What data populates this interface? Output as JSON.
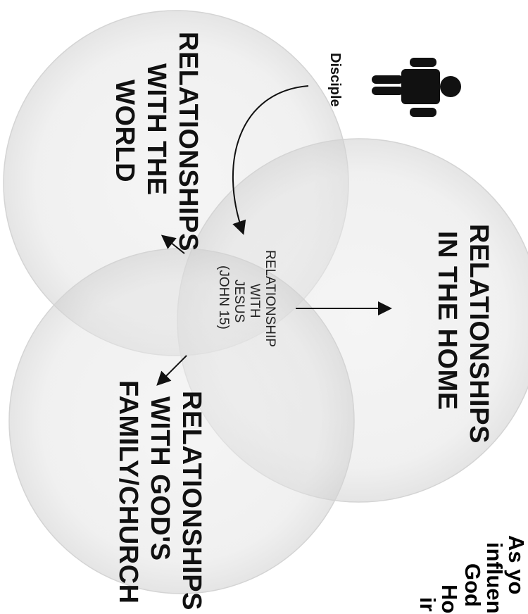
{
  "figure": {
    "disciple_label": "Disciple",
    "circles": {
      "world": {
        "lines": [
          "RELATIONSHIPS",
          "WITH THE",
          "WORLD"
        ]
      },
      "home": {
        "lines": [
          "RELATIONSHIPS",
          "IN THE HOME"
        ]
      },
      "church": {
        "lines": [
          "RELATIONSHIPS",
          "WITH GOD'S",
          "FAMILY/CHURCH"
        ]
      }
    },
    "center": {
      "lines": [
        "RELATIONSHIP",
        "WITH",
        "JESUS",
        "(JOHN 15)"
      ]
    },
    "footer_fragments": [
      "As yo",
      "influen",
      "God",
      "Ho",
      "ir"
    ]
  }
}
